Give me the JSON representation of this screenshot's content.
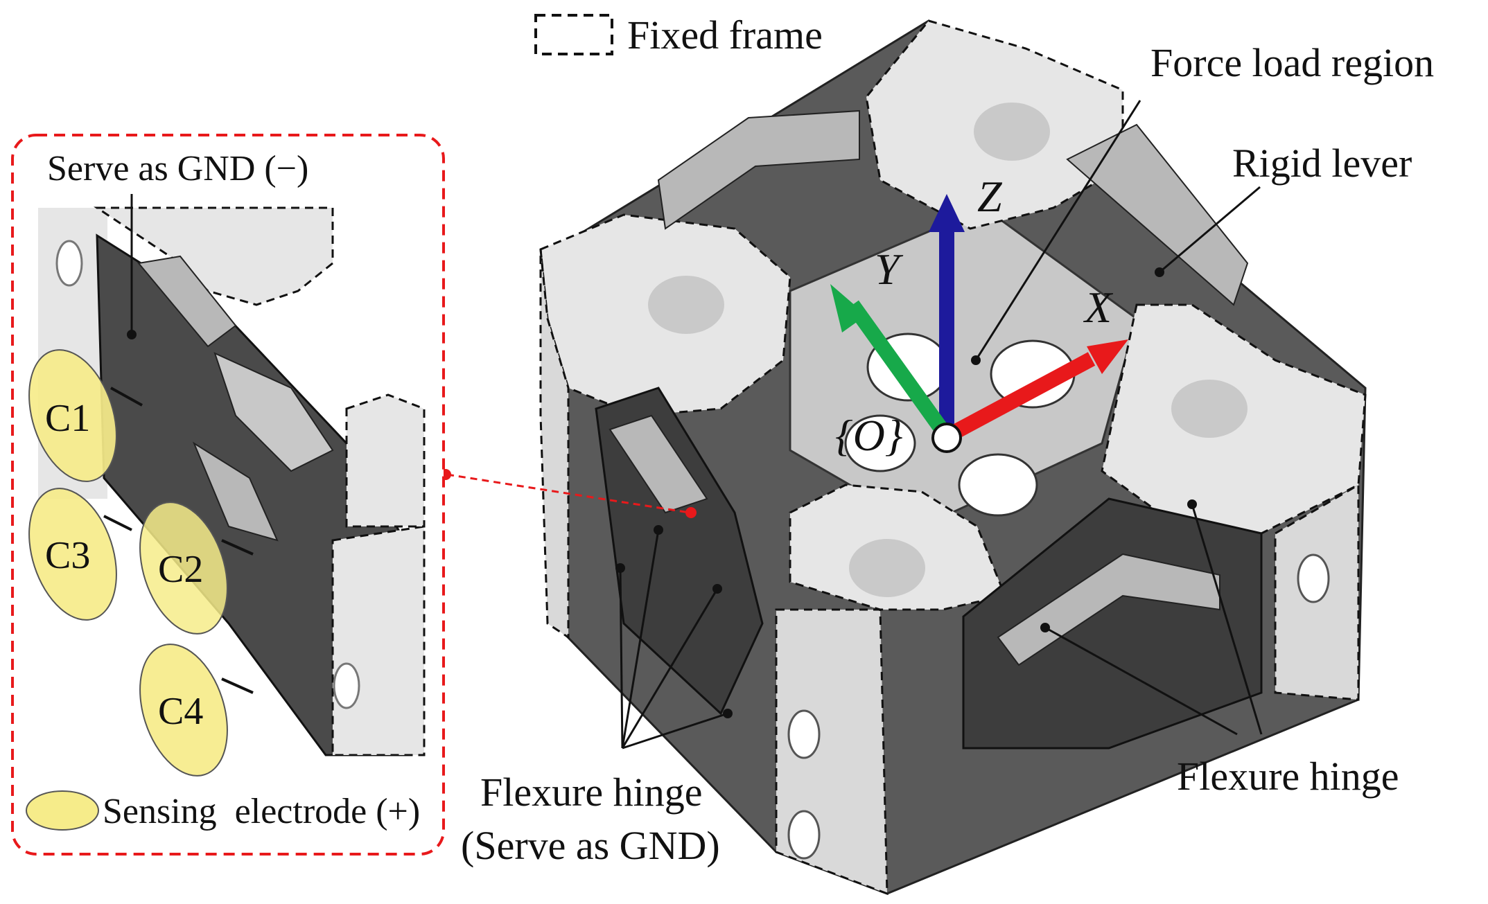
{
  "legend": {
    "fixed_frame": "Fixed frame"
  },
  "labels": {
    "force_load_region": "Force load region",
    "rigid_lever": "Rigid lever",
    "flexure_hinge_right": "Flexure hinge",
    "flexure_hinge_left_line1": "Flexure hinge",
    "flexure_hinge_left_line2": "(Serve as GND)"
  },
  "axes": {
    "x": "X",
    "y": "Y",
    "z": "Z",
    "origin": "{O}"
  },
  "inset": {
    "serve_gnd": "Serve as GND (−)",
    "electrodes": [
      "C1",
      "C2",
      "C3",
      "C4"
    ],
    "sensing_electrode": "Sensing  electrode (+)"
  },
  "colors": {
    "x_axis": "#e8191b",
    "y_axis": "#17a94a",
    "z_axis": "#1d1a9c",
    "electrode": "#f6ec8a",
    "inset_border": "#e8191b",
    "frame_light": "#e6e6e6",
    "frame_dark": "#4a4a4a"
  }
}
